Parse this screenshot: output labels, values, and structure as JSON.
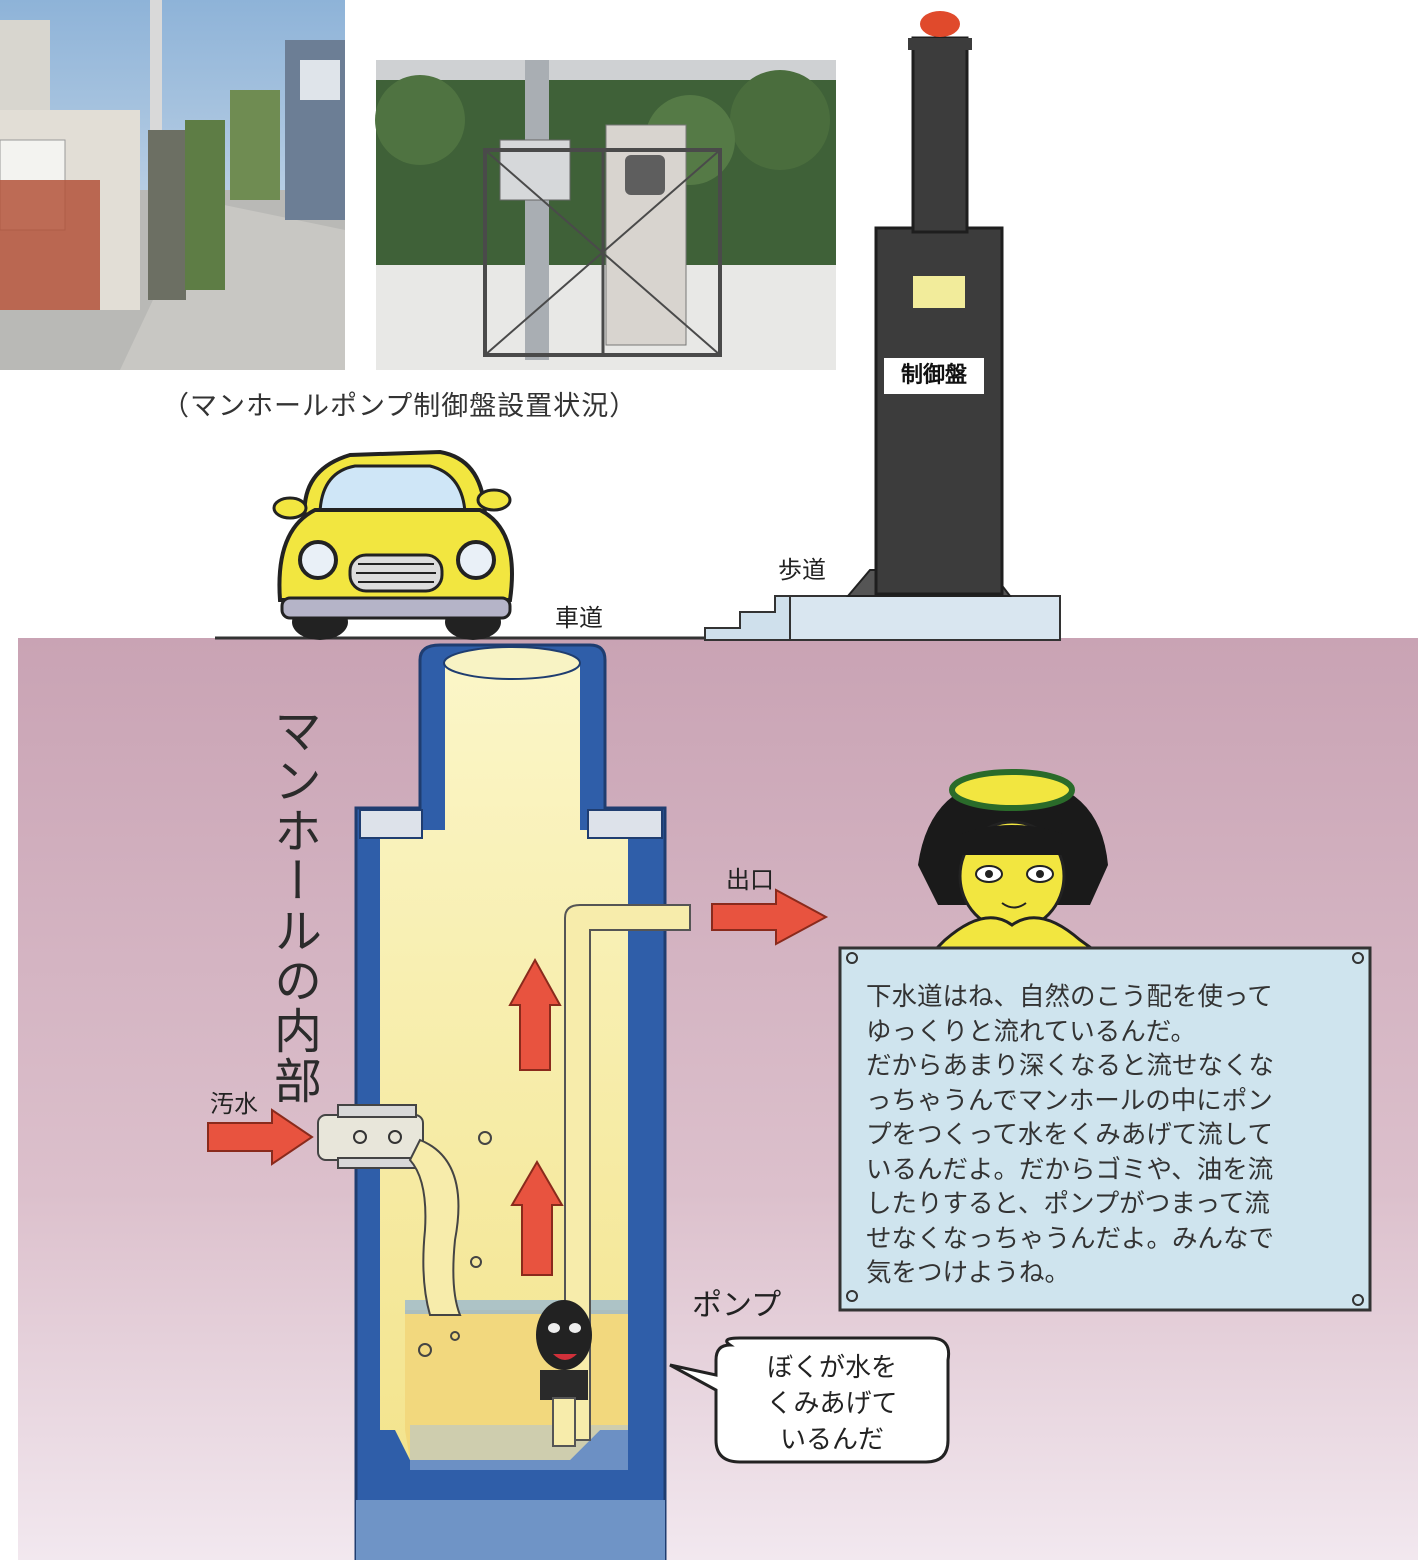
{
  "photo_caption": "（マンホールポンプ制御盤設置状況）",
  "diagram_title": "マンホールの内部",
  "labels": {
    "control_panel": "制御盤",
    "sidewalk": "歩道",
    "roadway": "車道",
    "outlet": "出口",
    "sewage": "汚水",
    "pump": "ポンプ"
  },
  "speech": {
    "girl": [
      "下水道はね、自然のこう配を使って",
      "ゆっくりと流れているんだ。",
      "だからあまり深くなると流せなくな",
      "っちゃうんでマンホールの中にポン",
      "プをつくって水をくみあげて流して",
      "いるんだよ。だからゴミや、油を流",
      "したりすると、ポンプがつまって流",
      "せなくなっちゃうんだよ。みんなで",
      "気をつけようね。"
    ],
    "pump": [
      "ぼくが水を",
      "くみあげて",
      "いるんだ"
    ]
  },
  "colors": {
    "underground_top": "#c9a3b4",
    "underground_bottom": "#f2e8ef",
    "manhole_wall": "#2f5ea9",
    "water": "#f6efb3",
    "arrow": "#e8533f",
    "control_panel": "#3c3c3c",
    "lamp": "#e04a2c",
    "car": "#f2e640",
    "info_box": "#cfe4ee"
  },
  "icons": [
    "car-illustration",
    "control-panel-tower",
    "girl-character",
    "pump-character",
    "flow-arrow"
  ]
}
